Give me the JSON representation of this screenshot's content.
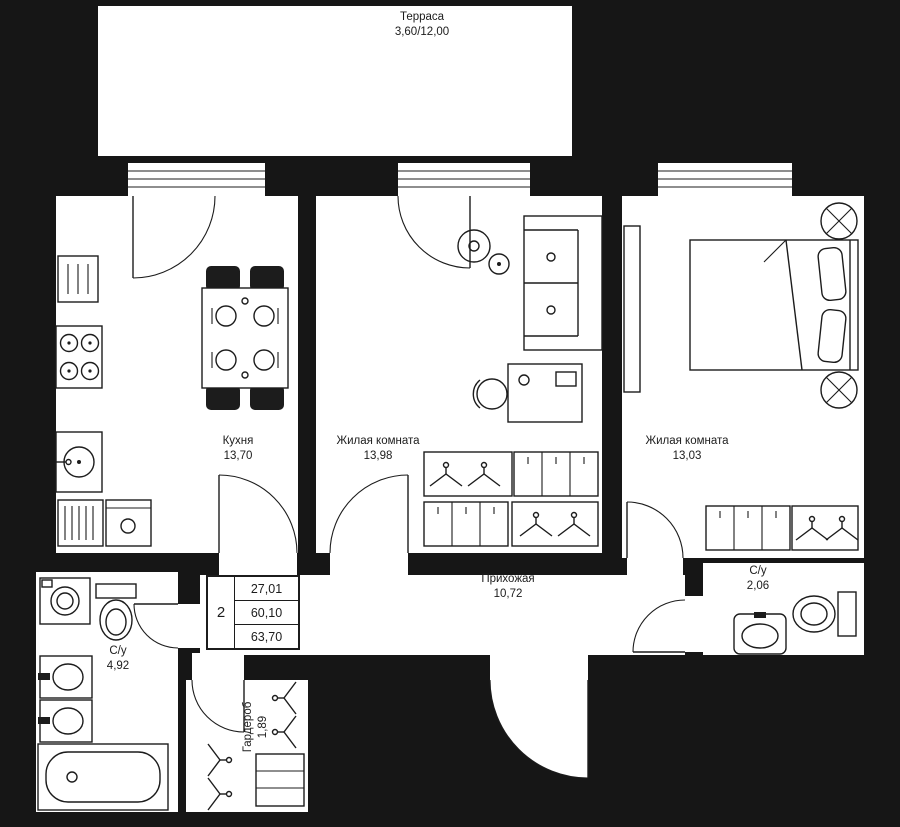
{
  "plan": {
    "colors": {
      "bg": "#161616",
      "room": "#ffffff",
      "line": "#1c1c1c"
    },
    "terrace": {
      "name": "Терраса",
      "dims": "3,60/12,00"
    },
    "rooms": {
      "kitchen": {
        "name": "Кухня",
        "area": "13,70"
      },
      "living1": {
        "name": "Жилая комната",
        "area": "13,98"
      },
      "living2": {
        "name": "Жилая комната",
        "area": "13,03"
      },
      "hallway": {
        "name": "Прихожая",
        "area": "10,72"
      },
      "bath_right": {
        "name": "С/у",
        "area": "2,06"
      },
      "bath_left": {
        "name": "С/у",
        "area": "4,92"
      },
      "wardrobe": {
        "name": "Гардероб",
        "area": "1,89"
      }
    },
    "info_box": {
      "rooms_count": "2",
      "values": [
        "27,01",
        "60,10",
        "63,70"
      ]
    }
  }
}
